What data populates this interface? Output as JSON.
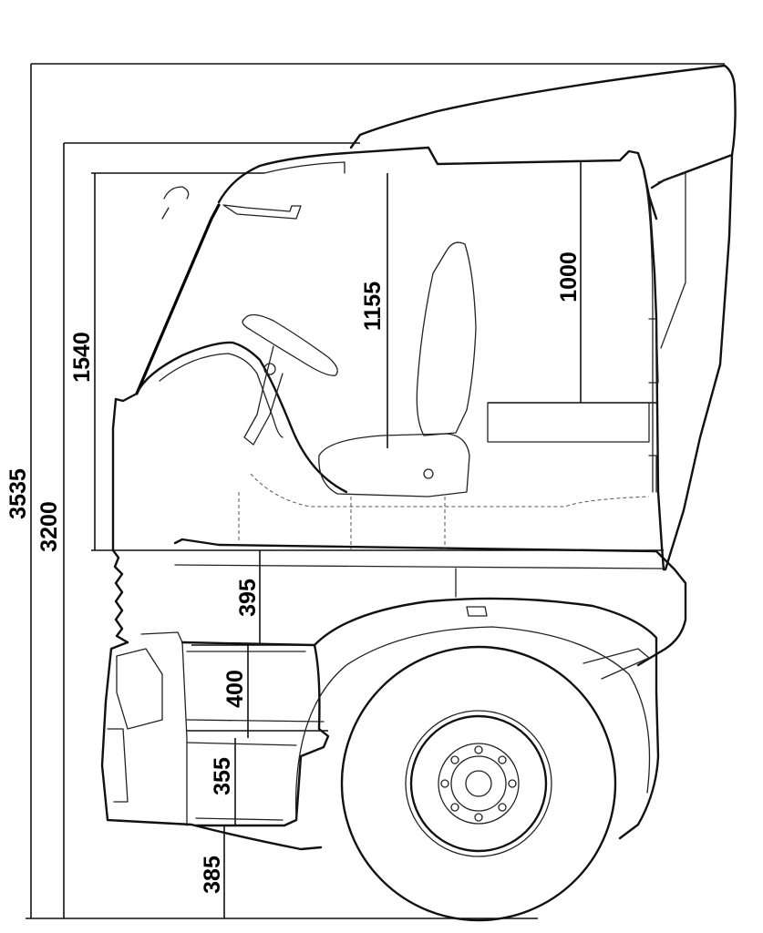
{
  "diagram": {
    "dimensions": {
      "overall_height": "3535",
      "cab_height": "3200",
      "interior_front": "1540",
      "interior_centre": "1155",
      "interior_rear": "1000",
      "step_upper": "395",
      "step_middle": "400",
      "step_lower": "355",
      "ground_clearance": "385"
    }
  }
}
